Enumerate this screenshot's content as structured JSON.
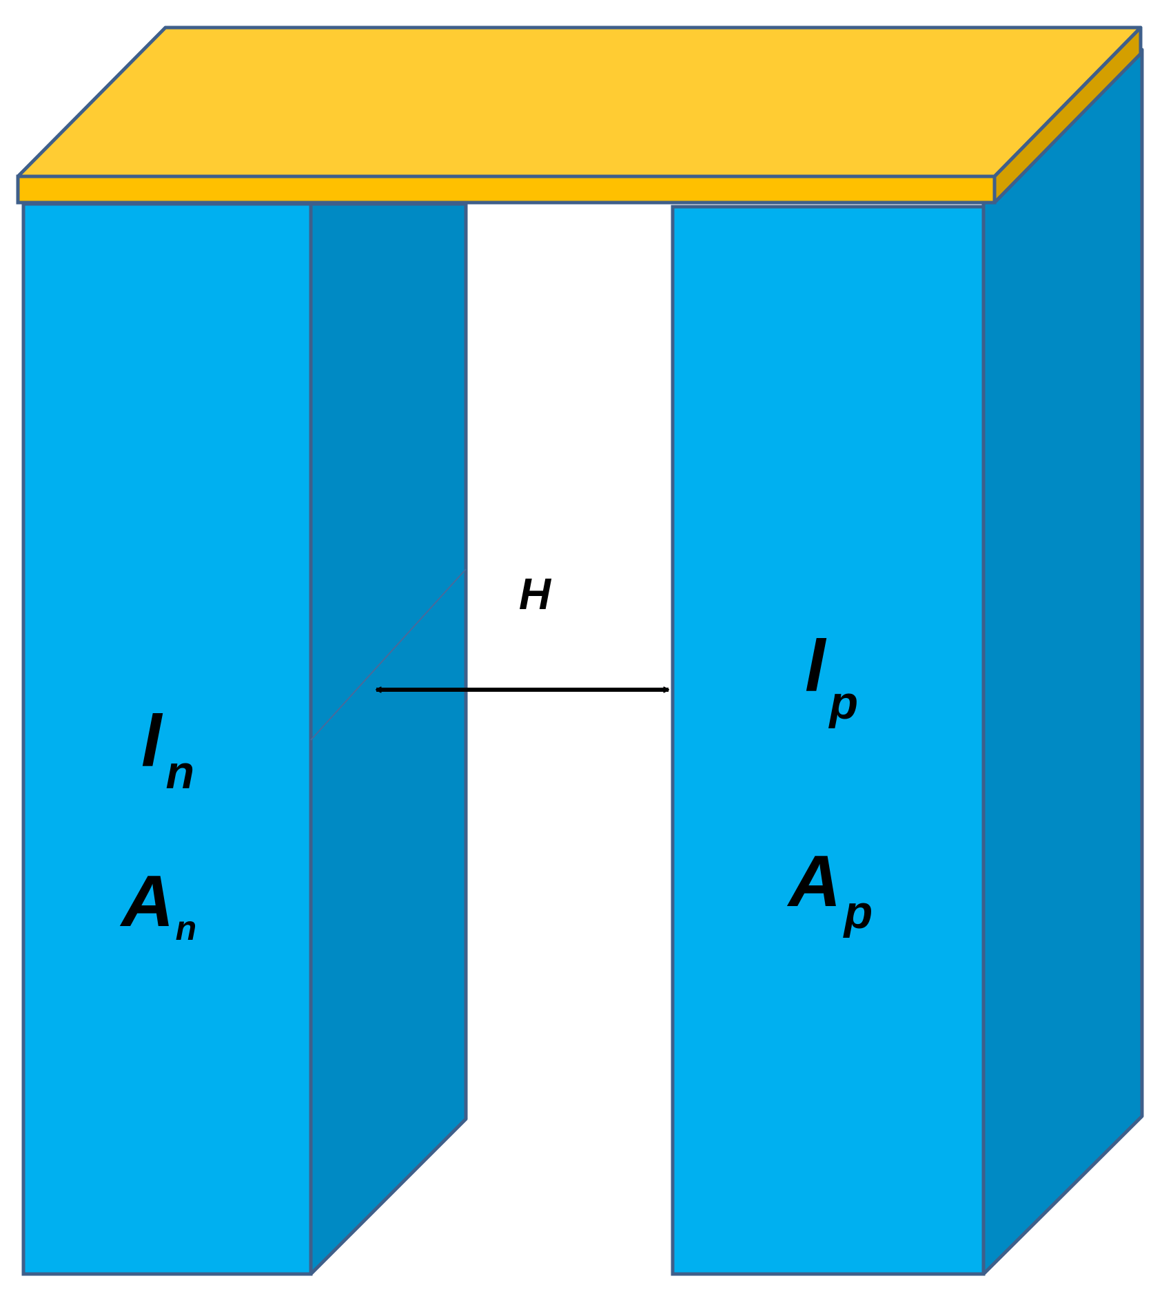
{
  "colors": {
    "background": "#ffffff",
    "leg_front": "#00b0f0",
    "leg_side": "#008ac4",
    "plate_top": "#ffcc33",
    "plate_front": "#ffc000",
    "plate_side": "#d49f00",
    "outline": "#3f5f8a",
    "arrow": "#000000"
  },
  "left_leg": {
    "length_symbol": "l",
    "length_subscript": "n",
    "area_symbol": "A",
    "area_subscript": "n"
  },
  "right_leg": {
    "length_symbol": "l",
    "length_subscript": "p",
    "area_symbol": "A",
    "area_subscript": "p"
  },
  "gap_label": "H"
}
